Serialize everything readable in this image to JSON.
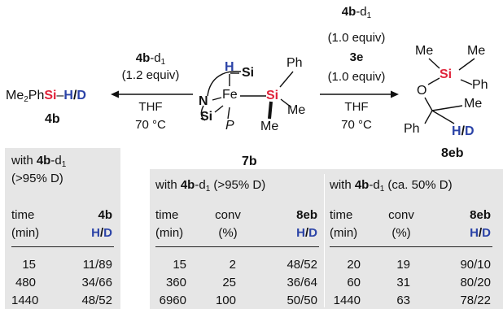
{
  "left_product": {
    "prefix": "Me",
    "sub": "2",
    "ph": "Ph",
    "si": "Si",
    "dash": "–",
    "h": "H",
    "slash": "/",
    "d": "D",
    "label": "4b"
  },
  "left_conditions": {
    "reagent": "4b",
    "suffix": "-d",
    "sub": "1",
    "equiv": "(1.2 equiv)",
    "solvent": "THF",
    "temp": "70 °C"
  },
  "complex": {
    "h": "H",
    "si_top": "Si",
    "n": "N",
    "fe": "Fe",
    "si_bottom": "Si",
    "p": "P",
    "si_red": "Si",
    "ph": "Ph",
    "me1": "Me",
    "me2": "Me",
    "label": "7b"
  },
  "right_conditions": {
    "reagent": "4b",
    "suffix": "-d",
    "sub": "1",
    "equiv1": "(1.0 equiv)",
    "reagent2": "3e",
    "equiv2": "(1.0 equiv)",
    "solvent": "THF",
    "temp": "70 °C"
  },
  "right_product": {
    "me1": "Me",
    "me2": "Me",
    "si": "Si",
    "ph_si": "Ph",
    "o": "O",
    "me3": "Me",
    "ph": "Ph",
    "h": "H",
    "slash": "/",
    "d": "D",
    "label": "8eb"
  },
  "table1": {
    "caption_pre": "with ",
    "caption_b": "4b",
    "caption_suffix": "-d",
    "caption_sub": "1",
    "caption_line2": "(>95% D)",
    "col1_h1": "time",
    "col1_h2": "(min)",
    "col2_h1": "4b",
    "col2_h2_h": "H",
    "col2_h2_slash": "/",
    "col2_h2_d": "D",
    "rows": [
      [
        "15",
        "11/89"
      ],
      [
        "480",
        "34/66"
      ],
      [
        "1440",
        "48/52"
      ]
    ]
  },
  "table2": {
    "caption_pre": "with ",
    "caption_b": "4b",
    "caption_suffix": "-d",
    "caption_sub": "1",
    "caption_post": " (>95% D)",
    "h_time": "time",
    "h_time2": "(min)",
    "h_conv": "conv",
    "h_conv2": "(%)",
    "h_prod": "8eb",
    "h_h": "H",
    "h_slash": "/",
    "h_d": "D",
    "rows": [
      [
        "15",
        "2",
        "48/52"
      ],
      [
        "360",
        "25",
        "36/64"
      ],
      [
        "6960",
        "100",
        "50/50"
      ]
    ]
  },
  "table3": {
    "caption_pre": "with ",
    "caption_b": "4b",
    "caption_suffix": "-d",
    "caption_sub": "1",
    "caption_post": " (ca. 50% D)",
    "h_time": "time",
    "h_time2": "(min)",
    "h_conv": "conv",
    "h_conv2": "(%)",
    "h_prod": "8eb",
    "h_h": "H",
    "h_slash": "/",
    "h_d": "D",
    "rows": [
      [
        "20",
        "19",
        "90/10"
      ],
      [
        "60",
        "31",
        "80/20"
      ],
      [
        "1440",
        "63",
        "78/22"
      ]
    ]
  }
}
